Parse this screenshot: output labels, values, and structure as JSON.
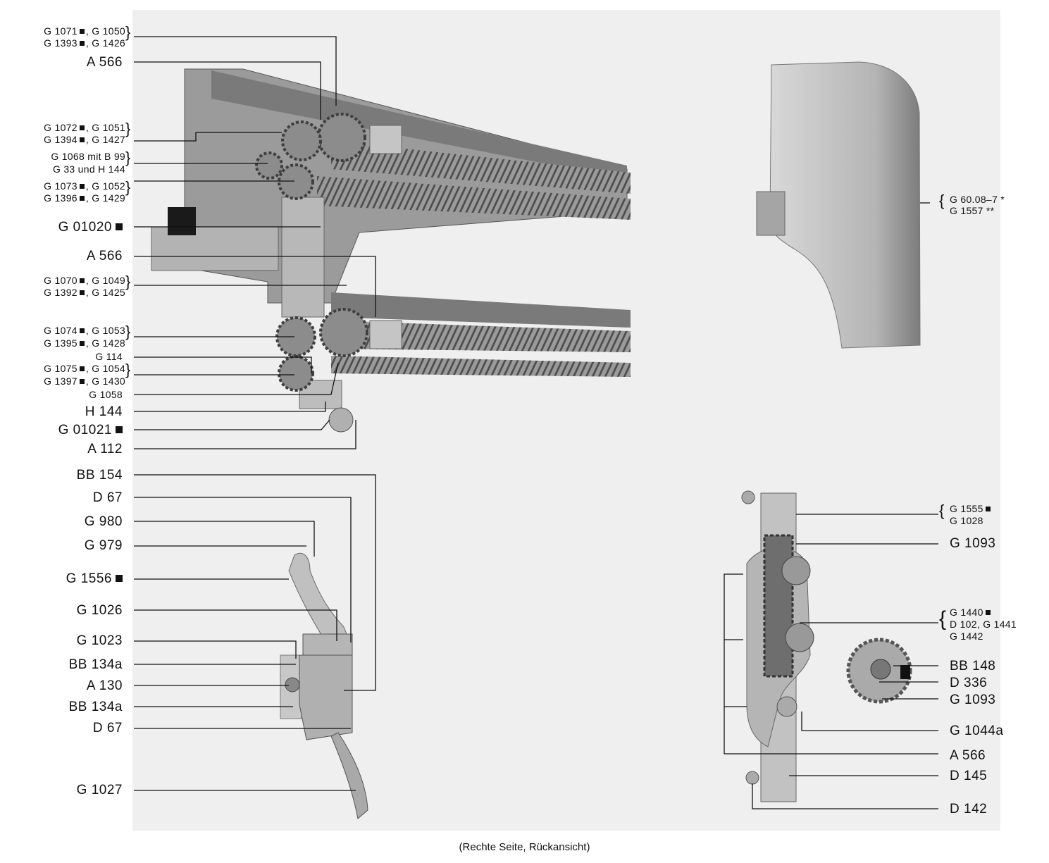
{
  "caption": "(Rechte Seite, Rückansicht)",
  "left_labels": {
    "l1a": "G 1071",
    "l1b": ", G 1050",
    "l2a": "G 1393",
    "l2b": ", G 1426",
    "l3": "A 566",
    "l4a": "G 1072",
    "l4b": ", G 1051",
    "l5a": "G 1394",
    "l5b": ", G 1427",
    "l6": "G 1068 mit B 99",
    "l7": "G 33 und H 144",
    "l8a": "G 1073",
    "l8b": ", G 1052",
    "l9a": "G 1396",
    "l9b": ", G 1429",
    "l10": "G 01020",
    "l11": "A 566",
    "l12a": "G 1070",
    "l12b": ", G 1049",
    "l13a": "G 1392",
    "l13b": ", G 1425",
    "l14a": "G 1074",
    "l14b": ", G 1053",
    "l15a": "G 1395",
    "l15b": ", G 1428",
    "l16": "G 114",
    "l17a": "G 1075",
    "l17b": ", G 1054",
    "l18a": "G 1397",
    "l18b": ", G 1430",
    "l19": "G 1058",
    "l20": "H 144",
    "l21": "G 01021",
    "l22": "A 112",
    "l23": "BB 154",
    "l24": "D 67",
    "l25": "G 980",
    "l26": "G 979",
    "l27": "G 1556",
    "l28": "G 1026",
    "l29": "G 1023",
    "l30": "BB 134a",
    "l31": "A 130",
    "l32": "BB 134a",
    "l33": "D 67",
    "l34": "G 1027"
  },
  "right_labels": {
    "r1": "G 60.08–7 *",
    "r2": "G 1557 **",
    "r3": "G 1555",
    "r4": "G 1028",
    "r5": "G 1093",
    "r6": "G 1440",
    "r7": "D 102, G 1441",
    "r8": "G 1442",
    "r9": "BB 148",
    "r10": "D 336",
    "r11": "G 1093",
    "r12": "G 1044a",
    "r13": "A 566",
    "r14": "D 145",
    "r15": "D 142"
  }
}
